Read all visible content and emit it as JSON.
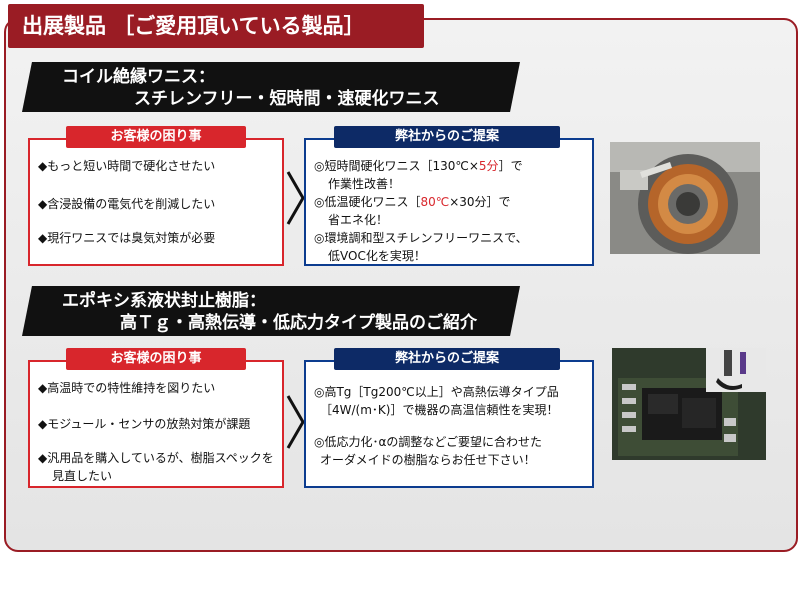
{
  "page": {
    "title": "出展製品 ［ご愛用頂いている製品］"
  },
  "sections": [
    {
      "banner": {
        "line1": "コイル絶縁ワニス：",
        "line2": "スチレンフリー・短時間・速硬化ワニス"
      },
      "problems": {
        "header": "お客様の困り事",
        "items": [
          "◆もっと短い時間で硬化させたい",
          "◆含浸設備の電気代を削減したい",
          "◆現行ワニスでは臭気対策が必要"
        ]
      },
      "proposals": {
        "header": "弊社からのご提案",
        "p1": {
          "a": "◎短時間硬化ワニス［130℃×",
          "b": "5分",
          "c": "］で",
          "d": "作業性改善！"
        },
        "p2": {
          "a": "◎低温硬化ワニス［",
          "b": "80℃",
          "c": "×30分］で",
          "d": "省エネ化！"
        },
        "p3": {
          "a": "◎環境調和型スチレンフリーワニスで、",
          "b": "低VOC化を実現！"
        }
      }
    },
    {
      "banner": {
        "line1": "エポキシ系液状封止樹脂：",
        "line2": "高Ｔｇ・高熱伝導・低応力タイプ製品のご紹介"
      },
      "problems": {
        "header": "お客様の困り事",
        "items": [
          "◆高温時での特性維持を図りたい",
          "◆モジュール・センサの放熱対策が課題",
          "◆汎用品を購入しているが、樹脂スペックを",
          "見直したい"
        ]
      },
      "proposals": {
        "header": "弊社からのご提案",
        "lines": [
          "◎高Tg［Tg200℃以上］や高熱伝導タイプ品",
          "［4W/(m･K)］で機器の高温信頼性を実現！",
          "◎低応力化･αの調整などご要望に合わせた",
          "オーダメイドの樹脂ならお任せ下さい！"
        ]
      }
    }
  ],
  "colors": {
    "accent_red": "#d8262c",
    "brand_maroon": "#9a1c24",
    "navy": "#0d2a66"
  },
  "icons": [
    "chevron-right-icon",
    "chevron-right-icon"
  ]
}
